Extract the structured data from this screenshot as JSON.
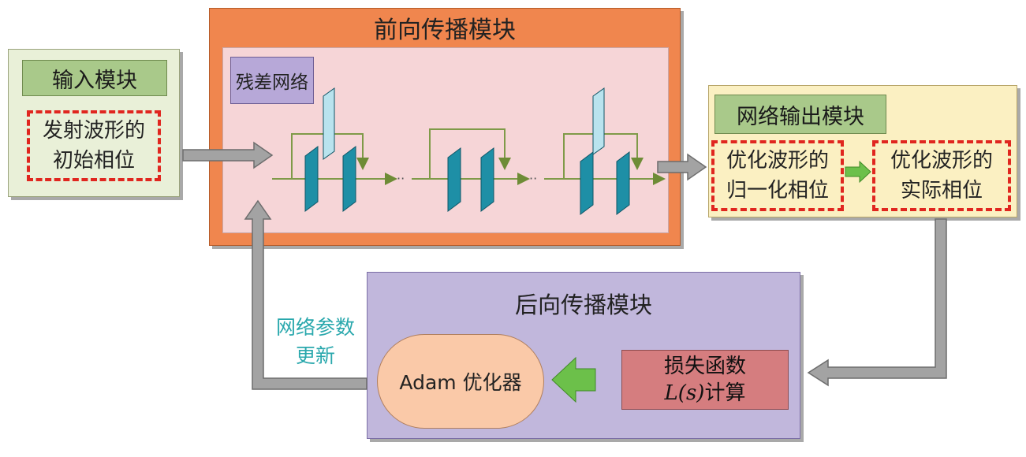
{
  "input_module": {
    "title": "输入模块",
    "phase_line1": "发射波形的",
    "phase_line2": "初始相位"
  },
  "forward_module": {
    "title": "前向传播模块",
    "resnet_label": "残差网络"
  },
  "output_module": {
    "title": "网络输出模块",
    "normalized_line1": "优化波形的",
    "normalized_line2": "归一化相位",
    "actual_line1": "优化波形的",
    "actual_line2": "实际相位"
  },
  "backward_module": {
    "title": "后向传播模块",
    "optimizer": "Adam 优化器",
    "loss_line1": "损失函数",
    "loss_formula": "L(s)",
    "loss_suffix": "计算"
  },
  "update_label": {
    "line1": "网络参数",
    "line2": "更新"
  },
  "colors": {
    "input_bg": "#e9f0d8",
    "forward_bg": "#f0864e",
    "forward_inner_bg": "#f6d5d7",
    "output_bg": "#fbf0c2",
    "backward_bg": "#c1b7dc",
    "title_green": "#a9c98a",
    "dashed_red": "#e0261f",
    "layer_teal": "#1e8fa6",
    "layer_light": "#b9e3ee",
    "arrow_gray": "#9c9c9c",
    "arrow_green": "#6cc04a",
    "update_text": "#2aa8ad"
  }
}
